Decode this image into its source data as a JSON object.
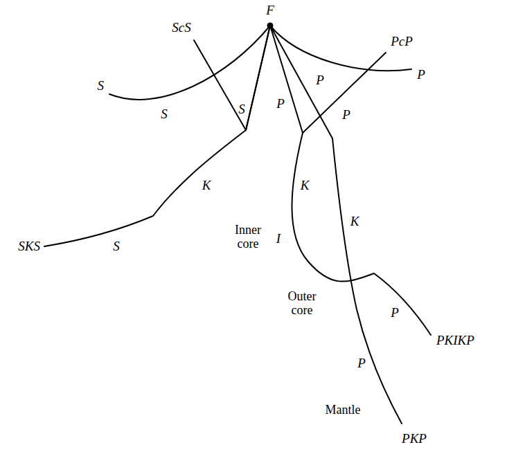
{
  "diagram": {
    "nodes": [
      {
        "text": [
          "Mantle"
        ]
      },
      {
        "text": [
          "Outer core"
        ],
        "in": 0
      },
      {
        "text": [
          "Inner core"
        ],
        "in": 1
      }
    ],
    "labels": [
      "F",
      "ScS",
      "PcP",
      "P",
      "S",
      "P",
      "S",
      "S",
      "P",
      "P",
      "K",
      "K",
      "K",
      "I",
      "S",
      "SKS",
      "P",
      "PKIKP",
      "P",
      "PKP"
    ]
  }
}
